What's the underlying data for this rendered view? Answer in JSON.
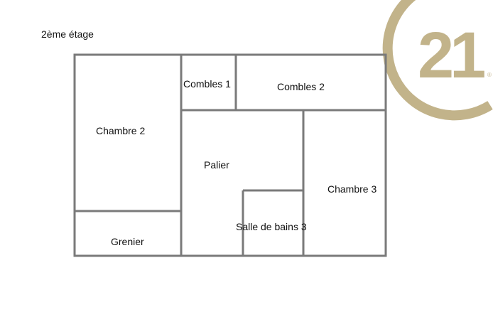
{
  "floor_title": "2ème étage",
  "rooms": {
    "chambre2": "Chambre 2",
    "grenier": "Grenier",
    "combles1": "Combles 1",
    "combles2": "Combles 2",
    "palier": "Palier",
    "salle_de_bains3": "Salle de bains 3",
    "chambre3": "Chambre 3"
  },
  "logo": {
    "text": "21",
    "registered": "®",
    "color": "#c2b38a"
  }
}
